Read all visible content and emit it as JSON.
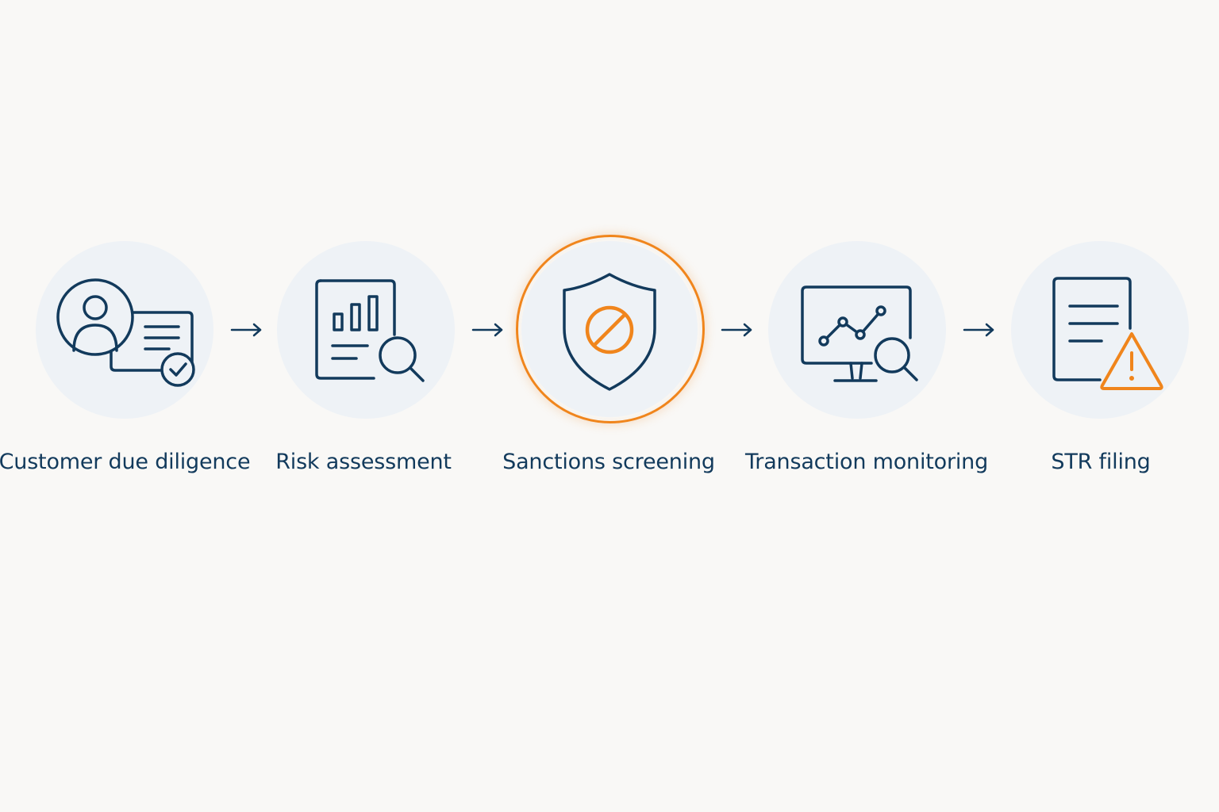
{
  "steps": [
    {
      "label": "Customer due diligence",
      "icon": "customer-id-check-icon"
    },
    {
      "label": "Risk assessment",
      "icon": "report-magnifier-icon"
    },
    {
      "label": "Sanctions screening",
      "icon": "shield-prohibited-icon",
      "highlighted": true
    },
    {
      "label": "Transaction monitoring",
      "icon": "monitor-chart-magnifier-icon"
    },
    {
      "label": "STR filing",
      "icon": "document-warning-icon"
    }
  ],
  "colors": {
    "background": "#f9f8f6",
    "icon_stroke": "#123a5c",
    "accent": "#f0851c",
    "circle_fill": "#eef2f6"
  }
}
